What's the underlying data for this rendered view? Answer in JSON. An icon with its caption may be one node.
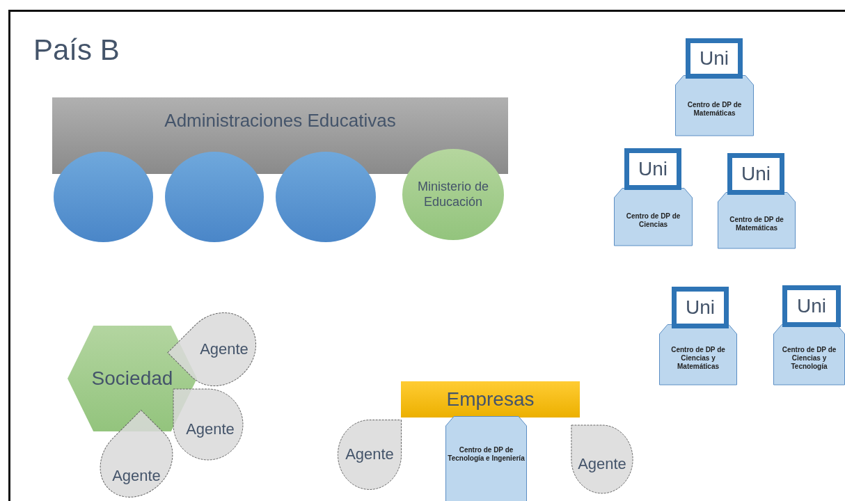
{
  "diagram": {
    "title": "País B",
    "nodes": [
      {
        "text": [
          "Administraciones Educativas"
        ]
      },
      {
        "text": [],
        "shape": "circle"
      },
      {
        "text": [],
        "shape": "circle"
      },
      {
        "text": [],
        "shape": "circle"
      },
      {
        "text": [
          "Ministerio de Educación"
        ]
      },
      {
        "text": [
          "Uni"
        ]
      },
      {
        "text": [
          "Centro de DP de Matemáticas"
        ]
      },
      {
        "text": [
          "Uni"
        ]
      },
      {
        "text": [
          "Centro de DP de Ciencias"
        ]
      },
      {
        "text": [
          "Uni"
        ]
      },
      {
        "text": [
          "Centro de DP de Matemáticas"
        ]
      },
      {
        "text": [
          "Uni"
        ]
      },
      {
        "text": [
          "Centro de DP de Ciencias y Matemáticas"
        ]
      },
      {
        "text": [
          "Uni"
        ]
      },
      {
        "text": [
          "Centro de DP de Ciencias y Tecnología"
        ]
      },
      {
        "text": [
          "Sociedad"
        ]
      },
      {
        "text": [
          "Agente"
        ]
      },
      {
        "text": [
          "Agente"
        ]
      },
      {
        "text": [
          "Agente"
        ]
      },
      {
        "text": [
          "Empresas"
        ]
      },
      {
        "text": [
          "Agente"
        ]
      },
      {
        "text": [
          "Centro de DP de Tecnología e Ingeniería"
        ]
      },
      {
        "text": [
          "Agente"
        ]
      }
    ]
  }
}
